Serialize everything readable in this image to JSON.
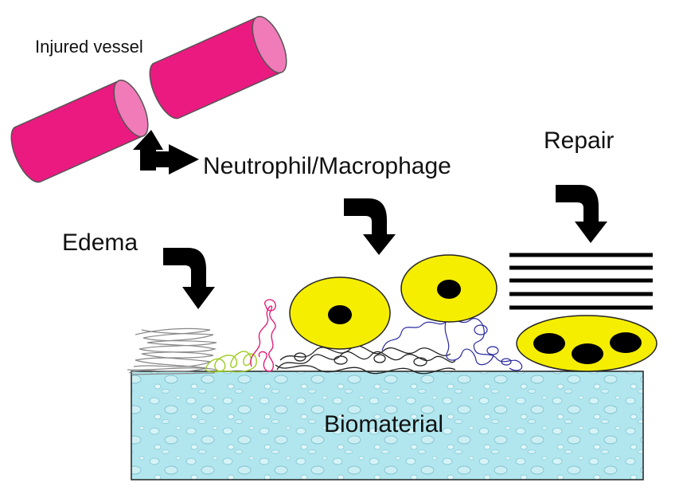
{
  "labels": {
    "injured_vessel": "Injured vessel",
    "neutrophil_macrophage": "Neutrophil/Macrophage",
    "repair": "Repair",
    "edema": "Edema",
    "biomaterial": "Biomaterial"
  },
  "colors": {
    "vessel": "#ea1a80",
    "vessel_end": "#f07bb8",
    "cell_fill": "#f5ee00",
    "nucleus": "#000000",
    "biomaterial": "#b2e6ee",
    "edema_fibers": "#888888",
    "fibrin_green": "#9ccc20",
    "fibrin_pink": "#e0207a",
    "protein_black": "#222222",
    "protein_blue": "#2a2aa0"
  },
  "icons": [
    "curved-arrow-icon",
    "double-arrow-icon"
  ]
}
